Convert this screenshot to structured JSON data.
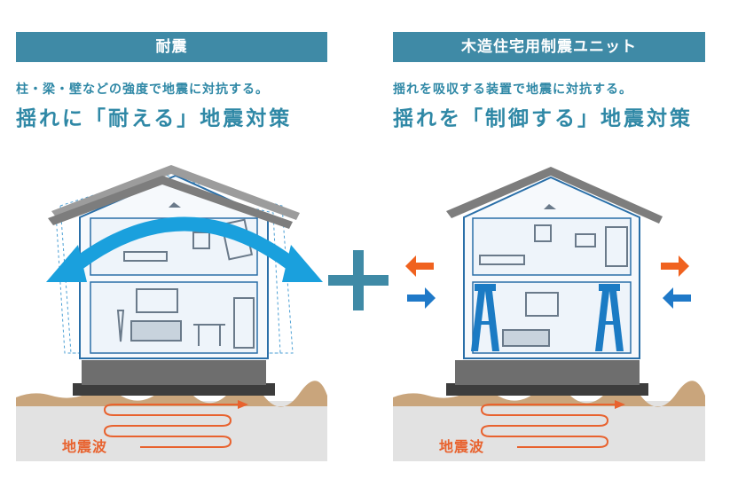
{
  "left": {
    "header": "耐震",
    "subtitle": "柱・梁・壁などの強度で地震に対抗する。",
    "headline": "揺れに「耐える」地震対策",
    "wave_label": "地震波"
  },
  "right": {
    "header": "木造住宅用制震ユニット",
    "subtitle": "揺れを吸収する装置で地震に対抗する。",
    "headline": "揺れを「制御する」地震対策",
    "wave_label": "地震波"
  },
  "colors": {
    "accent": "#3f8aa6",
    "text_blue": "#2f88a6",
    "sway_arrow": "#1aa0dd",
    "wave": "#e8622e",
    "force_in": "#1f79c8",
    "force_out": "#f0621f",
    "damper": "#1b7bc4",
    "roof": "#8a8a8a",
    "ground": "#e2e2e2",
    "soil": "#c9a57c"
  },
  "icons": [
    "sway-arrow-icon",
    "plus-icon",
    "damper-icon",
    "force-arrow-icon",
    "seismic-wave-icon"
  ]
}
